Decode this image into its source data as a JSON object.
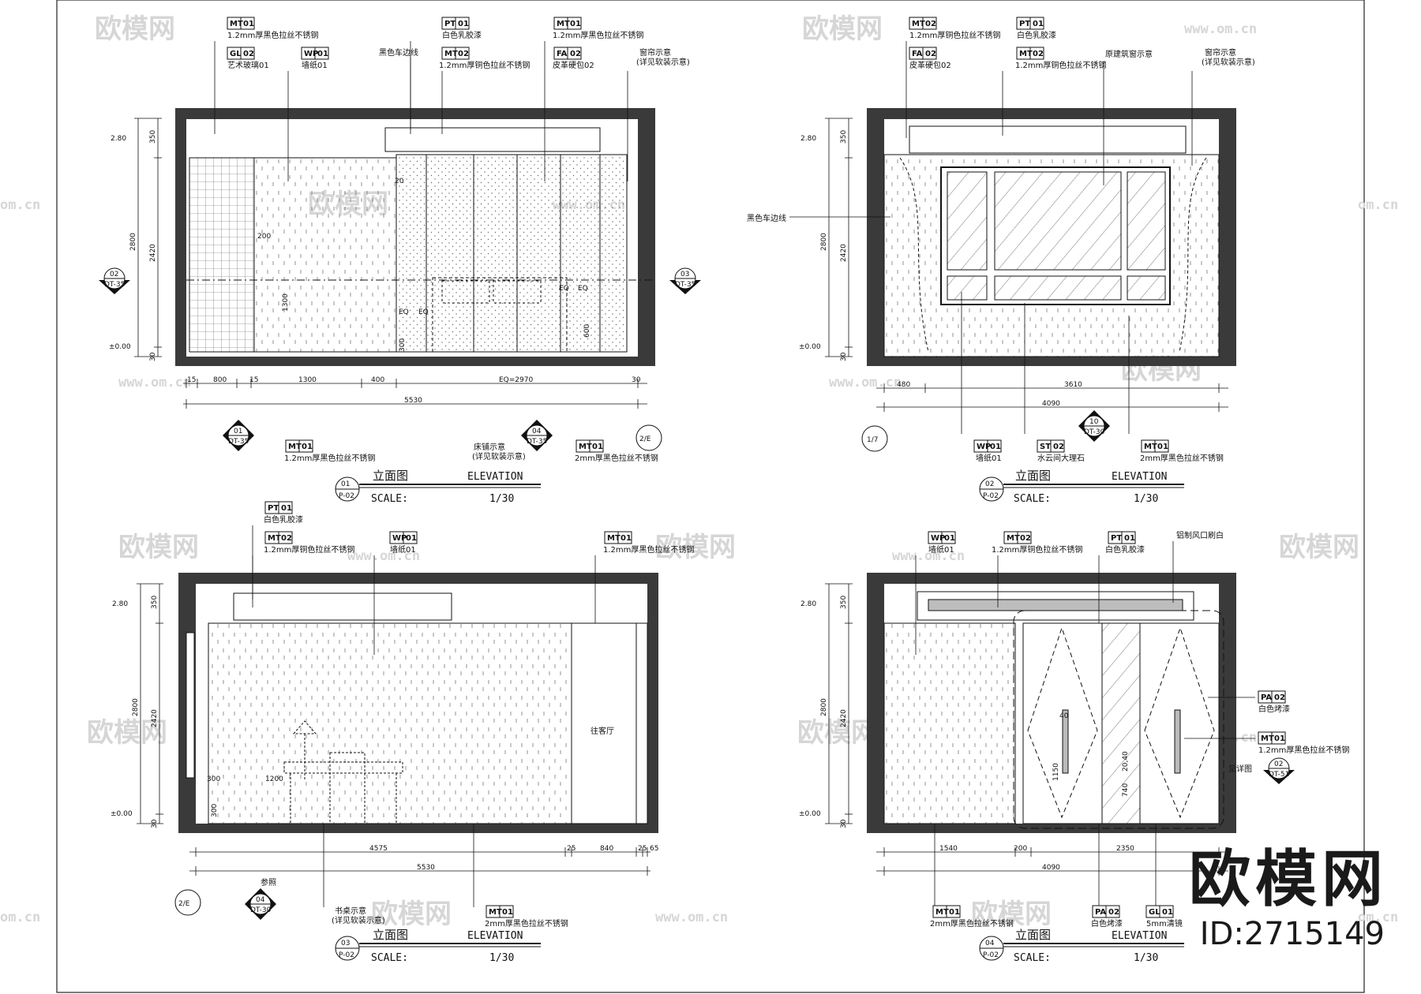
{
  "watermark": {
    "brand": "欧模网",
    "url": "www.om.cn",
    "url_short": "om.cn",
    "logo_text": "欧模网",
    "id_text": "ID:2715149"
  },
  "common_titles": {
    "title_cn": "立面图",
    "title_en": "ELEVATION",
    "scale_label": "SCALE:",
    "scale_value": "1/30",
    "sheet_ref": "P-02"
  },
  "common_dims": {
    "h350": "350",
    "h2420": "2420",
    "h2800": "2800",
    "h30": "30",
    "lvl_top": "2.80",
    "lvl_zero": "±0.00"
  },
  "elevation_01": {
    "number": "01",
    "tags": [
      {
        "code": "MT",
        "num": "01",
        "note": "1.2mm厚黑色拉丝不锈钢"
      },
      {
        "code": "GL",
        "num": "02",
        "note": "艺术玻璃01"
      },
      {
        "code": "WP",
        "num": "01",
        "note": "墙纸01"
      },
      {
        "code": "PT",
        "num": "01",
        "note": "白色乳胶漆"
      },
      {
        "code": "MT",
        "num": "02",
        "note": "1.2mm厚铜色拉丝不锈钢"
      },
      {
        "code": "MT",
        "num": "01",
        "note": "1.2mm厚黑色拉丝不锈钢"
      },
      {
        "code": "FA",
        "num": "02",
        "note": "皮革硬包02"
      },
      {
        "code": "MT",
        "num": "01",
        "note": "1.2mm厚黑色拉丝不锈钢"
      },
      {
        "code": "MT",
        "num": "01",
        "note": "2mm厚黑色拉丝不锈钢"
      }
    ],
    "notes": {
      "black_edge": "黑色车边线",
      "curtain": "窗帘示意",
      "curtain_sub": "(详见软装示意)",
      "bed": "床铺示意",
      "bed_sub": "(详见软装示意)"
    },
    "dims": {
      "d15": "15",
      "d800": "800",
      "d15b": "15",
      "d1300": "1300",
      "d400": "400",
      "dEQ": "EQ=2970",
      "d30": "30",
      "total": "5530",
      "v1300": "1300",
      "v200": "200",
      "v20": "20",
      "v300": "300",
      "v600": "600",
      "eq": "EQ"
    },
    "callouts": [
      {
        "num": "02",
        "ref": "DT-35"
      },
      {
        "num": "03",
        "ref": "DT-35"
      },
      {
        "num": "01",
        "ref": "DT-35"
      },
      {
        "num": "04",
        "ref": "DT-35"
      }
    ],
    "grid": "2/E"
  },
  "elevation_02": {
    "number": "02",
    "tags": [
      {
        "code": "MT",
        "num": "02",
        "note": "1.2mm厚铜色拉丝不锈钢"
      },
      {
        "code": "FA",
        "num": "02",
        "note": "皮革硬包02"
      },
      {
        "code": "PT",
        "num": "01",
        "note": "白色乳胶漆"
      },
      {
        "code": "MT",
        "num": "02",
        "note": "1.2mm厚铜色拉丝不锈钢"
      },
      {
        "code": "WP",
        "num": "01",
        "note": "墙纸01"
      },
      {
        "code": "ST",
        "num": "02",
        "note": "水云间大理石"
      },
      {
        "code": "MT",
        "num": "01",
        "note": "2mm厚黑色拉丝不锈钢"
      }
    ],
    "notes": {
      "window": "原建筑窗示意",
      "curtain": "窗帘示意",
      "curtain_sub": "(详见软装示意)",
      "black_edge": "黑色车边线"
    },
    "dims": {
      "d480": "480",
      "d3610": "3610",
      "total": "4090"
    },
    "callouts": [
      {
        "num": "10",
        "ref": "DT-30"
      }
    ],
    "grid": "1/7"
  },
  "elevation_03": {
    "number": "03",
    "tags": [
      {
        "code": "PT",
        "num": "01",
        "note": "白色乳胶漆"
      },
      {
        "code": "MT",
        "num": "02",
        "note": "1.2mm厚铜色拉丝不锈钢"
      },
      {
        "code": "WP",
        "num": "01",
        "note": "墙纸01"
      },
      {
        "code": "MT",
        "num": "01",
        "note": "1.2mm厚黑色拉丝不锈钢"
      },
      {
        "code": "MT",
        "num": "01",
        "note": "2mm厚黑色拉丝不锈钢"
      }
    ],
    "notes": {
      "to_living": "往客厅",
      "desk": "书桌示意",
      "desk_sub": "(详见软装示意)",
      "ref": "参照"
    },
    "dims": {
      "d4575": "4575",
      "d25": "25",
      "d840": "840",
      "d25b": "25",
      "d65": "65",
      "total": "5530",
      "v300": "300",
      "v1200": "1200",
      "v300b": "300"
    },
    "callouts": [
      {
        "num": "04",
        "ref": "DT-30"
      }
    ],
    "grid": "2/E"
  },
  "elevation_04": {
    "number": "04",
    "tags": [
      {
        "code": "WP",
        "num": "01",
        "note": "墙纸01"
      },
      {
        "code": "MT",
        "num": "02",
        "note": "1.2mm厚铜色拉丝不锈钢"
      },
      {
        "code": "PT",
        "num": "01",
        "note": "白色乳胶漆"
      },
      {
        "code": "PA",
        "num": "02",
        "note": "白色烤漆"
      },
      {
        "code": "MT",
        "num": "01",
        "note": "1.2mm厚黑色拉丝不锈钢"
      },
      {
        "code": "MT",
        "num": "01",
        "note": "2mm厚黑色拉丝不锈钢"
      },
      {
        "code": "PA",
        "num": "02",
        "note": "白色烤漆"
      },
      {
        "code": "GL",
        "num": "01",
        "note": "5mm清镜"
      }
    ],
    "notes": {
      "vent": "铝制风口刷白",
      "detail": "见详图"
    },
    "dims": {
      "d1540": "1540",
      "d200": "200",
      "d2350": "2350",
      "total": "4090",
      "v40": "40",
      "v1150": "1150",
      "v740": "740",
      "v2040": "20,40"
    },
    "callouts": [
      {
        "num": "02",
        "ref": "DT-51"
      }
    ]
  }
}
